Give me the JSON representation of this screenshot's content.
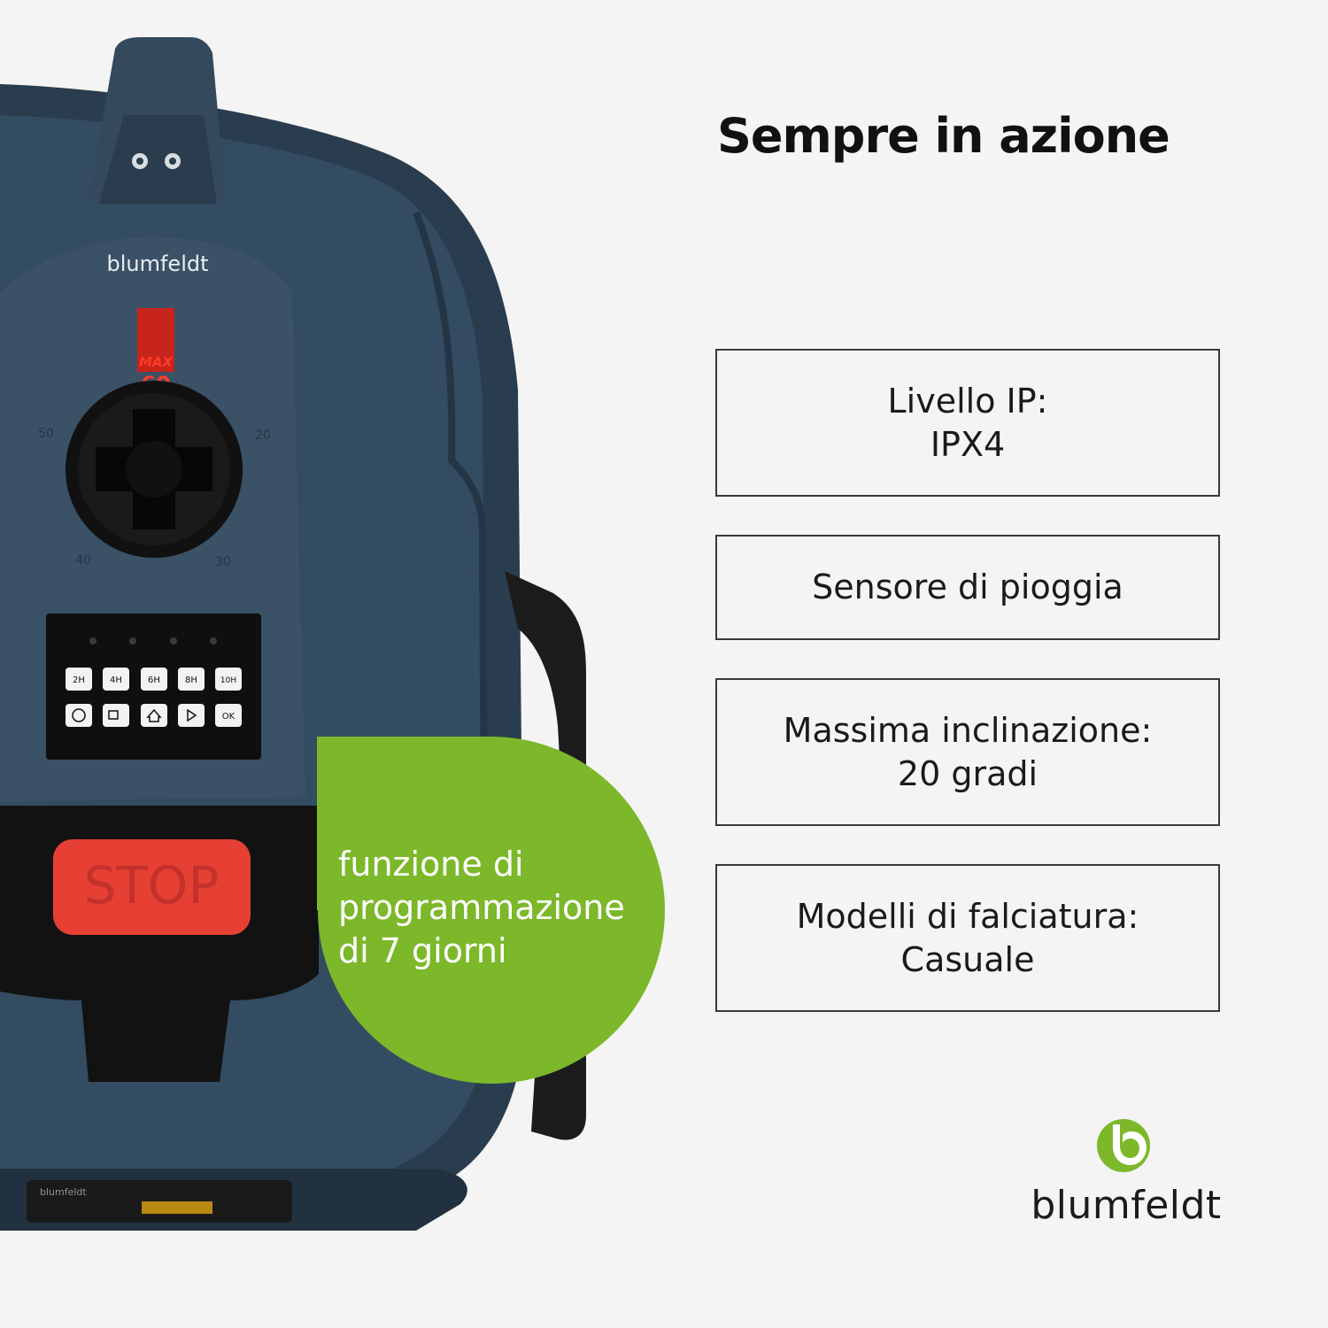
{
  "headline": "Sempre in azione",
  "specs": [
    {
      "line1": "Livello IP:",
      "line2": "IPX4"
    },
    {
      "line1": "Sensore di pioggia",
      "line2": ""
    },
    {
      "line1": "Massima inclinazione:",
      "line2": "20 gradi"
    },
    {
      "line1": "Modelli di falciatura:",
      "line2": "Casuale"
    }
  ],
  "badge": {
    "lines": [
      "funzione di",
      "programmazione",
      "di 7 giorni"
    ],
    "color": "#7cb82a"
  },
  "brand": {
    "name": "blumfeldt",
    "accent": "#7cb82a"
  },
  "product": {
    "brand_on_device": "blumfeldt",
    "height_dial": {
      "max_label": "MAX",
      "max_value": "60",
      "ticks": [
        "50",
        "20",
        "40",
        "30"
      ]
    },
    "timer_buttons": [
      "2H",
      "4H",
      "6H",
      "8H",
      "10H"
    ],
    "function_buttons": [
      "power-icon",
      "lock-wifi-icon",
      "home-icon",
      "play-icon",
      "OK"
    ],
    "stop_label": "STOP",
    "body_color": "#31475a"
  }
}
